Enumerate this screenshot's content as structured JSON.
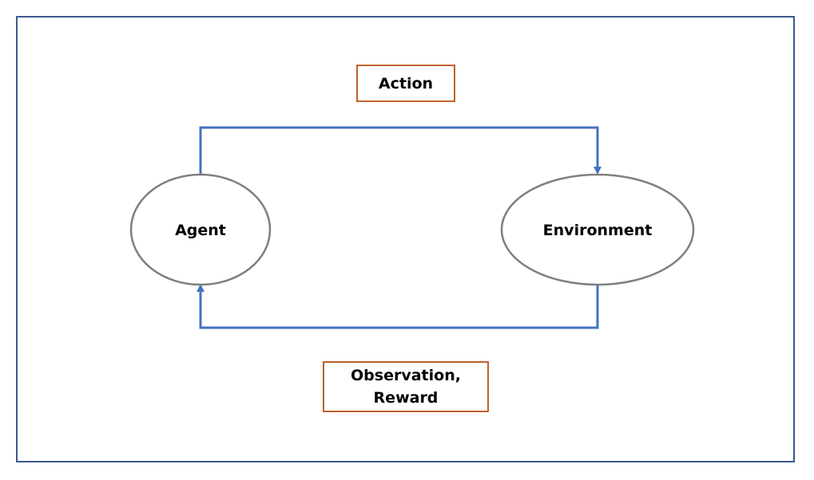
{
  "colors": {
    "frame": "#3d5a8e",
    "arrow": "#4472c4",
    "node_stroke": "#7f7f7f",
    "label_box_stroke": "#c0612b"
  },
  "nodes": {
    "agent": "Agent",
    "environment": "Environment"
  },
  "edges": {
    "action_label": "Action",
    "observation_label": "Observation,\nReward"
  }
}
